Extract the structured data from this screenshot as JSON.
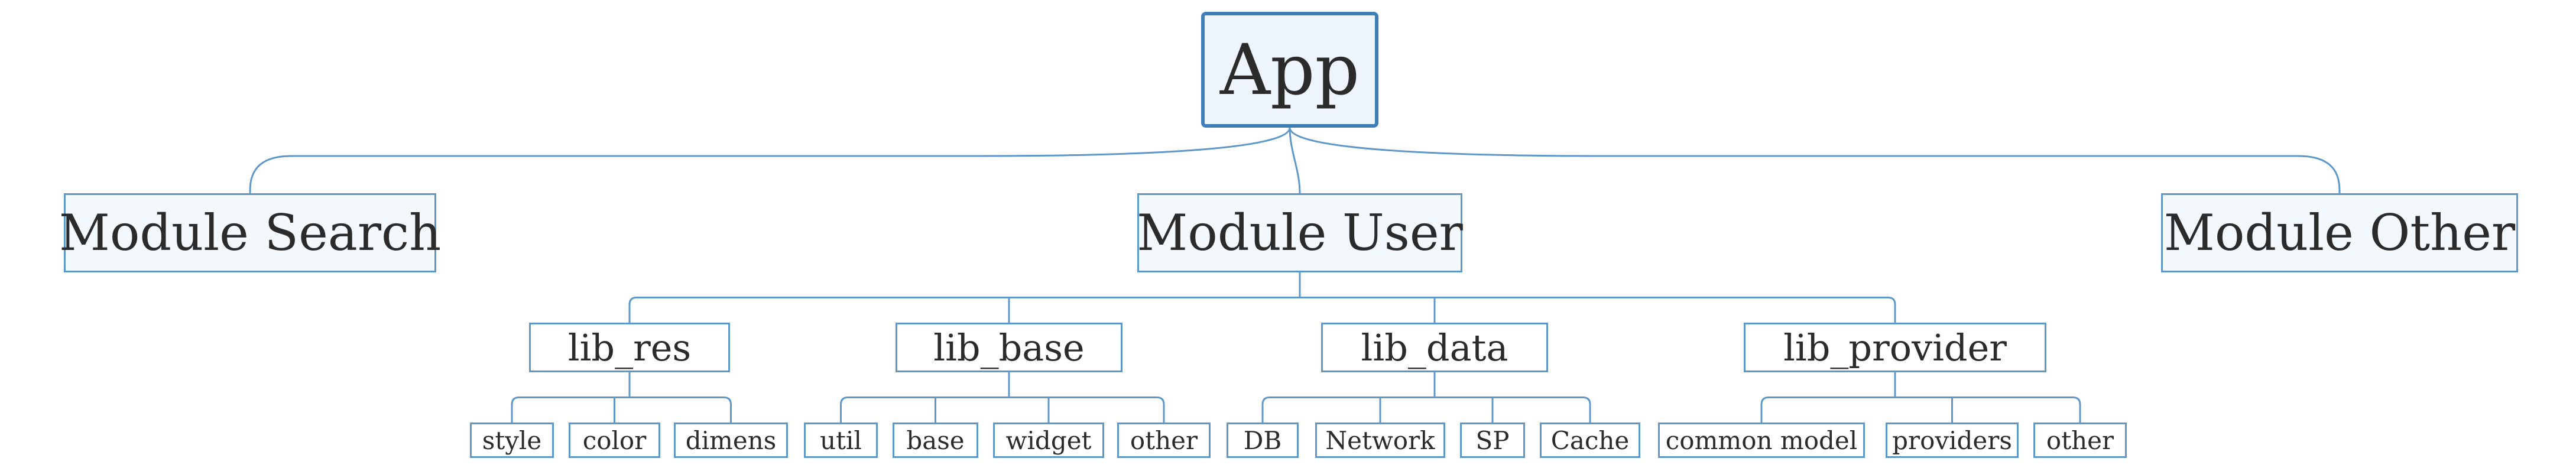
{
  "diagram": {
    "type": "tree",
    "colors": {
      "line": "#5e98c8",
      "root_border": "#3f7fb7",
      "node_fill": "#f3f8fd",
      "text": "#2b2b2b"
    },
    "root": {
      "id": "app",
      "label": "App",
      "children": [
        {
          "id": "module-search",
          "label": "Module Search",
          "children": []
        },
        {
          "id": "module-user",
          "label": "Module User",
          "children": [
            {
              "id": "lib-res",
              "label": "lib_res",
              "children": [
                {
                  "id": "res-style",
                  "label": "style"
                },
                {
                  "id": "res-color",
                  "label": "color"
                },
                {
                  "id": "res-dimens",
                  "label": "dimens"
                }
              ]
            },
            {
              "id": "lib-base",
              "label": "lib_base",
              "children": [
                {
                  "id": "base-util",
                  "label": "util"
                },
                {
                  "id": "base-base",
                  "label": "base"
                },
                {
                  "id": "base-widget",
                  "label": "widget"
                },
                {
                  "id": "base-other",
                  "label": "other"
                }
              ]
            },
            {
              "id": "lib-data",
              "label": "lib_data",
              "children": [
                {
                  "id": "data-db",
                  "label": "DB"
                },
                {
                  "id": "data-network",
                  "label": "Network"
                },
                {
                  "id": "data-sp",
                  "label": "SP"
                },
                {
                  "id": "data-cache",
                  "label": "Cache"
                }
              ]
            },
            {
              "id": "lib-provider",
              "label": "lib_provider",
              "children": [
                {
                  "id": "provider-common-model",
                  "label": "common model"
                },
                {
                  "id": "provider-providers",
                  "label": "providers"
                },
                {
                  "id": "provider-other",
                  "label": "other"
                }
              ]
            }
          ]
        },
        {
          "id": "module-other",
          "label": "Module Other",
          "children": []
        }
      ]
    }
  }
}
